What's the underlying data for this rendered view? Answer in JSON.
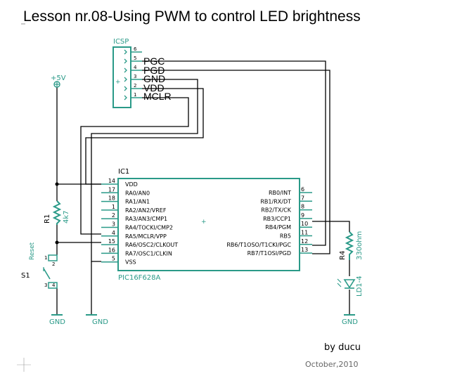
{
  "title": "Lesson nr.08-Using PWM to control LED brightness",
  "footer": {
    "author": "by ducu",
    "date": "October,2010"
  },
  "icsp": {
    "name": "ICSP",
    "pins": [
      {
        "num": "6",
        "signal": ""
      },
      {
        "num": "5",
        "signal": "PGC"
      },
      {
        "num": "4",
        "signal": "PGD"
      },
      {
        "num": "3",
        "signal": "GND"
      },
      {
        "num": "2",
        "signal": "VDD"
      },
      {
        "num": "1",
        "signal": "MCLR"
      }
    ],
    "plus_mark": "+"
  },
  "supply": {
    "label": "+5V"
  },
  "grounds": {
    "left": "GND",
    "middle": "GND",
    "right": "GND"
  },
  "resistor_r1": {
    "name": "R1",
    "value": "4k7"
  },
  "switch_s1": {
    "name": "S1",
    "label": "Reset",
    "pin1": "1",
    "pin2": "2",
    "pin3": "3",
    "pin4": "4"
  },
  "resistor_r4": {
    "name": "R4",
    "value": "330ohm"
  },
  "led": {
    "name": "LD1-4"
  },
  "ic": {
    "ref": "IC1",
    "part": "PIC16F628A",
    "center_mark": "+",
    "left_pins": [
      {
        "num": "14",
        "name": "VDD"
      },
      {
        "num": "17",
        "name": "RA0/AN0"
      },
      {
        "num": "18",
        "name": "RA1/AN1"
      },
      {
        "num": "1",
        "name": "RA2/AN2/VREF"
      },
      {
        "num": "2",
        "name": "RA3/AN3/CMP1"
      },
      {
        "num": "3",
        "name": "RA4/TOCKI/CMP2"
      },
      {
        "num": "4",
        "name": "RA5/MCLR/VPP"
      },
      {
        "num": "15",
        "name": "RA6/OSC2/CLKOUT"
      },
      {
        "num": "16",
        "name": "RA7/OSC1/CLKIN"
      },
      {
        "num": "5",
        "name": "VSS"
      }
    ],
    "right_pins": [
      {
        "num": "6",
        "name": "RB0/INT"
      },
      {
        "num": "7",
        "name": "RB1/RX/DT"
      },
      {
        "num": "8",
        "name": "RB2/TX/CK"
      },
      {
        "num": "9",
        "name": "RB3/CCP1"
      },
      {
        "num": "10",
        "name": "RB4/PGM"
      },
      {
        "num": "11",
        "name": "RB5"
      },
      {
        "num": "12",
        "name": "RB6/T1OSO/T1CKI/PGC"
      },
      {
        "num": "13",
        "name": "RB7/T1OSI/PGD"
      }
    ]
  },
  "colors": {
    "wire": "#000000",
    "part": "#2a9a88",
    "label": "#000000"
  }
}
